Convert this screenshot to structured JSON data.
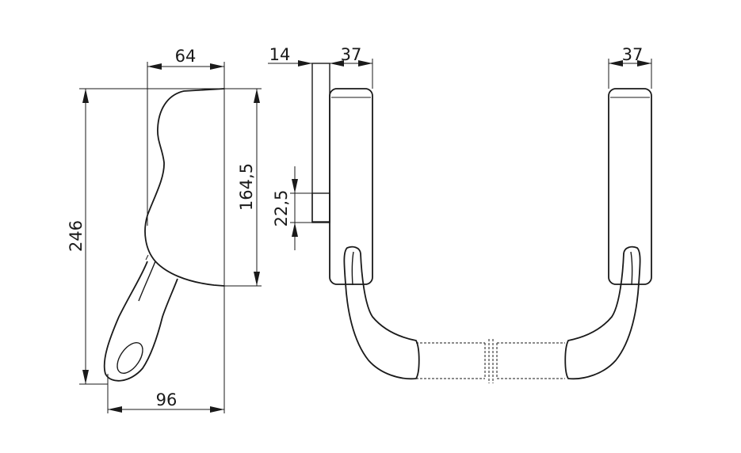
{
  "dimensions": {
    "handle_top_width": "64",
    "handle_height": "246",
    "handle_inner_height": "164,5",
    "handle_bottom_width": "96",
    "spindle_width": "14",
    "left_rose_width": "37",
    "right_rose_width": "37",
    "spindle_height": "22,5"
  },
  "colors": {
    "stroke": "#1a1a1a",
    "background": "#ffffff"
  }
}
